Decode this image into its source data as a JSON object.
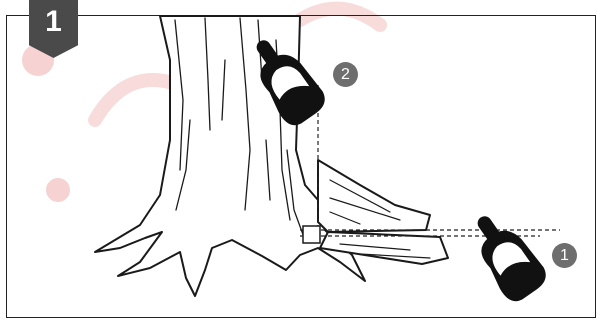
{
  "step": {
    "number": "1"
  },
  "markers": {
    "upper_cut": "2",
    "lower_cut": "1"
  },
  "colors": {
    "badge": "#4a4a4a",
    "marker": "#6e6e6e",
    "outline": "#1a1a1a",
    "saw": "#111111",
    "guide_line": "#222222",
    "watermark": "#f2c4c4"
  },
  "icons": {
    "upper_saw": "chainsaw-icon",
    "lower_saw": "chainsaw-icon"
  }
}
